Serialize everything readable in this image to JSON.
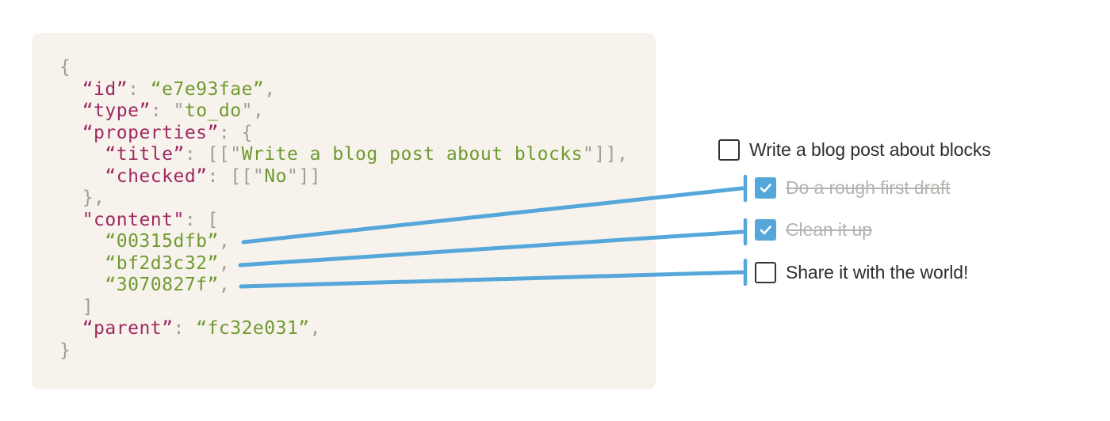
{
  "code_block": {
    "language": "json",
    "lines": [
      [
        [
          "p",
          "{"
        ]
      ],
      [
        [
          "p",
          "  "
        ],
        [
          "k",
          "“id”"
        ],
        [
          "p",
          ": "
        ],
        [
          "s",
          "“e7e93fae”"
        ],
        [
          "p",
          ","
        ]
      ],
      [
        [
          "p",
          "  "
        ],
        [
          "k",
          "“type”"
        ],
        [
          "p",
          ": \""
        ],
        [
          "s",
          "to_do"
        ],
        [
          "p",
          "\","
        ]
      ],
      [
        [
          "p",
          "  "
        ],
        [
          "k",
          "“properties”"
        ],
        [
          "p",
          ": {"
        ]
      ],
      [
        [
          "p",
          "    "
        ],
        [
          "k",
          "“title”"
        ],
        [
          "p",
          ": [[\""
        ],
        [
          "s",
          "Write a blog post about blocks"
        ],
        [
          "p",
          "\"]],"
        ]
      ],
      [
        [
          "p",
          "    "
        ],
        [
          "k",
          "“checked”"
        ],
        [
          "p",
          ": [[\""
        ],
        [
          "s",
          "No"
        ],
        [
          "p",
          "\"]]"
        ]
      ],
      [
        [
          "p",
          "  },"
        ]
      ],
      [
        [
          "p",
          "  "
        ],
        [
          "k",
          "\"content\""
        ],
        [
          "p",
          ": ["
        ]
      ],
      [
        [
          "p",
          "    "
        ],
        [
          "s",
          "“00315dfb”"
        ],
        [
          "p",
          ","
        ]
      ],
      [
        [
          "p",
          "    "
        ],
        [
          "s",
          "“bf2d3c32”"
        ],
        [
          "p",
          ","
        ]
      ],
      [
        [
          "p",
          "    "
        ],
        [
          "s",
          "“3070827f”"
        ],
        [
          "p",
          ","
        ]
      ],
      [
        [
          "p",
          "  ]"
        ]
      ],
      [
        [
          "p",
          "  "
        ],
        [
          "k",
          "“parent”"
        ],
        [
          "p",
          ": "
        ],
        [
          "s",
          "“fc32e031”"
        ],
        [
          "p",
          ","
        ]
      ],
      [
        [
          "p",
          "}"
        ]
      ]
    ]
  },
  "todo_list": {
    "items": [
      {
        "label": "Write a blog post about blocks",
        "checked": false,
        "struck": false
      },
      {
        "label": "Do a rough first draft",
        "checked": true,
        "struck": true
      },
      {
        "label": "Clean it up",
        "checked": true,
        "struck": true
      },
      {
        "label": "Share it with the world!",
        "checked": false,
        "struck": false
      }
    ]
  },
  "colors": {
    "code_bg": "#f7f3ec",
    "key": "#9e2963",
    "string": "#6f9a31",
    "punctuation": "#9f9d98",
    "arrow_blue": "#55a7da",
    "checkbox_border": "#343434",
    "text_dark": "#2e2e2c",
    "text_struck": "#b5b3af"
  }
}
